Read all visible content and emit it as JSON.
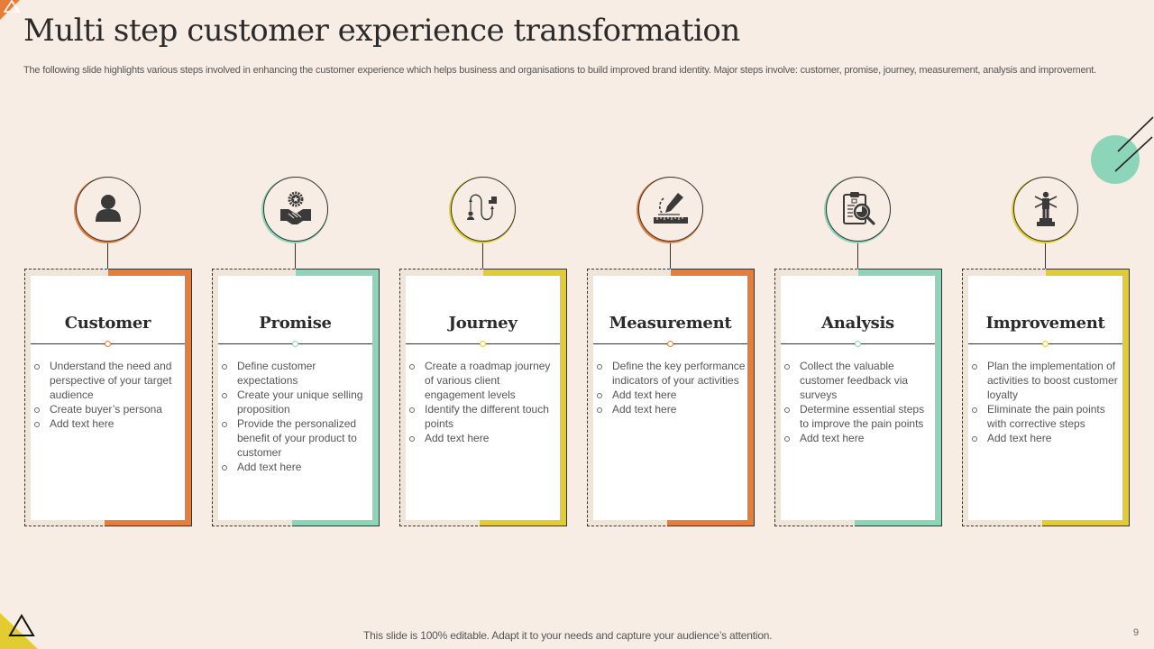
{
  "slide": {
    "title": "Multi step customer experience transformation",
    "subtitle": "The following slide highlights various steps involved in enhancing the customer experience which helps business and organisations to build improved brand identity. Major steps involve: customer, promise, journey, measurement, analysis and improvement.",
    "footer": "This slide is 100% editable. Adapt it to your needs and capture your audience’s attention.",
    "page_number": "9"
  },
  "colors": {
    "background": "#f8ede4",
    "orange": "#e67e3a",
    "mint": "#8dd5b8",
    "yellow": "#e2cc32"
  },
  "steps": [
    {
      "title": "Customer",
      "icon": "user-icon",
      "color": "#e67e3a",
      "bullets": [
        "Understand the need and perspective of your target audience",
        "Create buyer’s persona",
        "Add text here"
      ]
    },
    {
      "title": "Promise",
      "icon": "handshake-badge-icon",
      "color": "#8dd5b8",
      "bullets": [
        "Define customer expectations",
        "Create your unique selling proposition",
        "Provide the personalized benefit of your product to customer",
        "Add text here"
      ]
    },
    {
      "title": "Journey",
      "icon": "journey-path-icon",
      "color": "#e2cc32",
      "bullets": [
        "Create a roadmap journey of various client engagement levels",
        "Identify the different touch points",
        "Add text here"
      ]
    },
    {
      "title": "Measurement",
      "icon": "pencil-ruler-icon",
      "color": "#e67e3a",
      "bullets": [
        "Define the key performance indicators of your activities",
        "Add text here",
        "Add text here"
      ]
    },
    {
      "title": "Analysis",
      "icon": "clipboard-magnifier-icon",
      "color": "#8dd5b8",
      "bullets": [
        "Collect the valuable customer feedback via surveys",
        "Determine essential steps to improve the pain points",
        "Add text here"
      ]
    },
    {
      "title": "Improvement",
      "icon": "trophy-figure-icon",
      "color": "#e2cc32",
      "bullets": [
        "Plan the implementation of activities to boost customer loyalty",
        "Eliminate the pain points with corrective steps",
        "Add text here"
      ]
    }
  ]
}
